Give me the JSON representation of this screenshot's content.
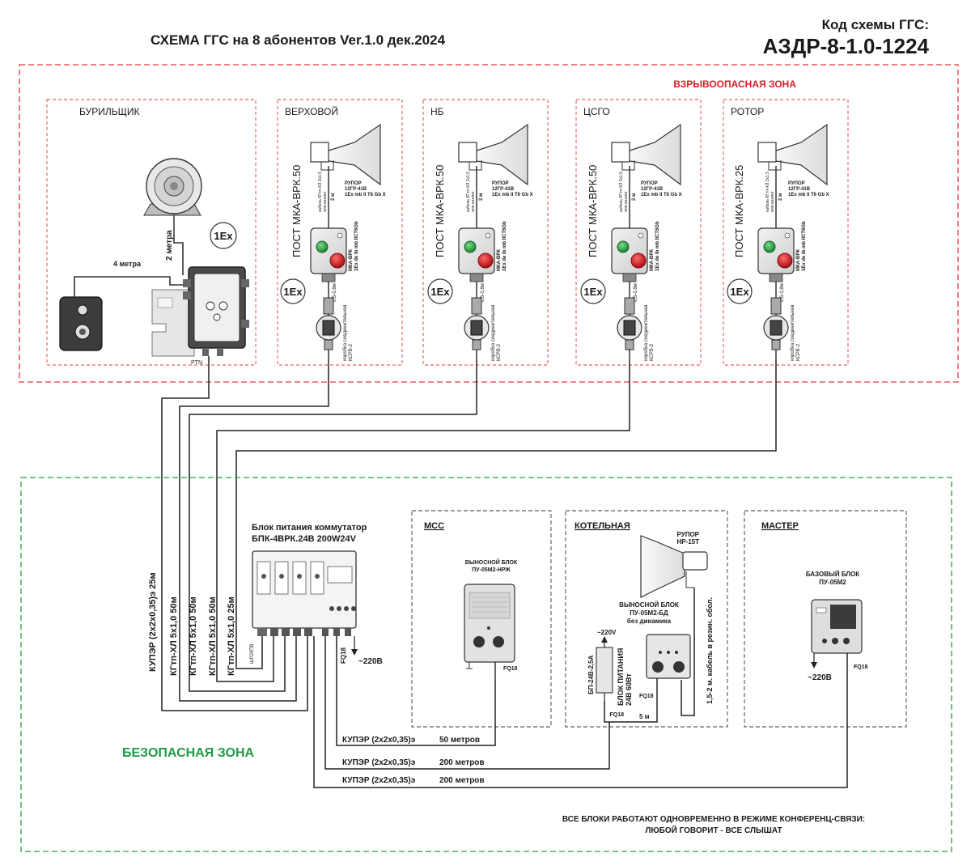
{
  "header": {
    "title": "СХЕМА ГГС на 8 абонентов Ver.1.0   дек.2024",
    "code_label": "Код схемы ГГС:",
    "code_value": "АЗДР-8-1.0-1224"
  },
  "zones": {
    "hazard": "ВЗРЫВООПАСНАЯ ЗОНА",
    "safe": "БЕЗОПАСНАЯ ЗОНА"
  },
  "driller": {
    "title": "БУРИЛЬЩИК",
    "cable_2m": "2 метра",
    "cable_4m": "4 метра",
    "ex_mark": "1Ex",
    "box_label": "PTN"
  },
  "posts": [
    {
      "title": "ВЕРХОВОЙ",
      "post": "ПОСТ МКА-ВРК.50"
    },
    {
      "title": "НБ",
      "post": "ПОСТ МКА-ВРК.50"
    },
    {
      "title": "ЦСГО",
      "post": "ПОСТ МКА-ВРК.50"
    },
    {
      "title": "РОТОР",
      "post": "ПОСТ МКА-ВРК.25"
    }
  ],
  "post_common": {
    "ex_mark": "1Ex",
    "horn_line1": "РУПОР",
    "horn_line2": "12ГР-41В",
    "horn_line3": "1Ex mb II T6 Gb X",
    "cable_line1": "кабель КГтп-ХЛ 2х1,5",
    "cable_line2": "или аналог",
    "cable_len": "2 м",
    "mka_line1": "МКА-ВРК",
    "mka_line2": "1Ex de ib mb IICT6Gb",
    "len_short": "0,5-0,8м",
    "junction_line1": "коробка соединительная",
    "junction_line2": "КСРВ-2"
  },
  "power_unit": {
    "title_line1": "Блок питания коммутатор",
    "title_line2": "БПК-4ВРК.24В 200W24V",
    "fq": "FQ18",
    "mains": "~220В",
    "connector": "ШР20ПВ"
  },
  "cables_vertical": [
    "КУПЭР (2х2х0,35)э 25м",
    "КГтп-ХЛ 5х1,0 50м",
    "КГтп-ХЛ 5х1,0 50м",
    "КГтп-ХЛ 5х1,0 50м",
    "КГтп-ХЛ 5х1,0 25м"
  ],
  "mss": {
    "title": "МСС",
    "device_line1": "ВЫНОСНОЙ БЛОК",
    "device_line2": "ПУ-05М2-НРЖ",
    "fq": "FQ18"
  },
  "boiler": {
    "title": "КОТЕЛЬНАЯ",
    "horn_line1": "РУПОР",
    "horn_line2": "НР-15Т",
    "device_line1": "ВЫНОСНОЙ БЛОК",
    "device_line2": "ПУ-05М2-БД",
    "device_line3": "без динамика",
    "psu_line1": "БЛОК ПИТАНИЯ",
    "psu_line2": "24В 60Вт",
    "psu_model": "БП-24В-2,5А",
    "mains": "~220V",
    "fq_a": "FQ18",
    "fq_b": "FQ18",
    "cable_5m": "5 м",
    "rubber_cable": "1,5-2 м. кабель в резин. обол."
  },
  "master": {
    "title": "МАСТЕР",
    "device_line1": "БАЗОВЫЙ БЛОК",
    "device_line2": "ПУ-05М2",
    "mains": "~220В",
    "fq": "FQ18"
  },
  "trunks": [
    {
      "cable": "КУПЭР (2х2х0,35)э",
      "length": "50 метров"
    },
    {
      "cable": "КУПЭР (2х2х0,35)э",
      "length": "200 метров"
    },
    {
      "cable": "КУПЭР (2х2х0,35)э",
      "length": "200 метров"
    }
  ],
  "footer": {
    "line1": "ВСЕ БЛОКИ РАБОТАЮТ ОДНОВРЕМЕННО  В РЕЖИМЕ КОНФЕРЕНЦ-СВЯЗИ:",
    "line2": "ЛЮБОЙ ГОВОРИТ - ВСЕ СЛЫШАТ"
  },
  "colors": {
    "hazard_border": "#e03a3a",
    "hazard_text": "#d42027",
    "safe_border": "#2a9a48",
    "safe_text": "#1f9a45",
    "line": "#222222",
    "device_gray": "#d9d9d9",
    "button_green": "#2fa64a",
    "button_red": "#d42027"
  }
}
